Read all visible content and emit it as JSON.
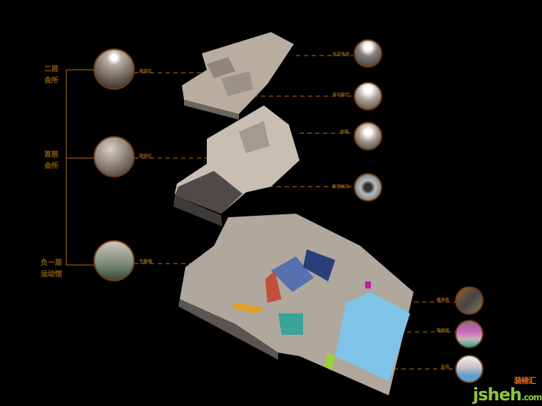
{
  "levels": [
    {
      "name": "二层\n会所",
      "line1": "二层",
      "line2": "会所",
      "callout": "接待区"
    },
    {
      "name": "首层\n会所",
      "line1": "首层",
      "line2": "会所",
      "callout": "接待区"
    },
    {
      "name": "负一层\n运动馆",
      "line1": "负一层",
      "line2": "运动馆",
      "callout": "主题墙"
    }
  ],
  "right_callouts": [
    "会议休闲",
    "多功能厅",
    "电梯",
    "影音娱乐",
    "健身房",
    "瑜伽房",
    "泳池"
  ],
  "logo": {
    "brand": "jsheh",
    "tld": ".com",
    "cn": "装修汇"
  },
  "colors": {
    "line": "#7a4a12",
    "text": "#8a5a14",
    "pool": "#7fc4e8"
  }
}
